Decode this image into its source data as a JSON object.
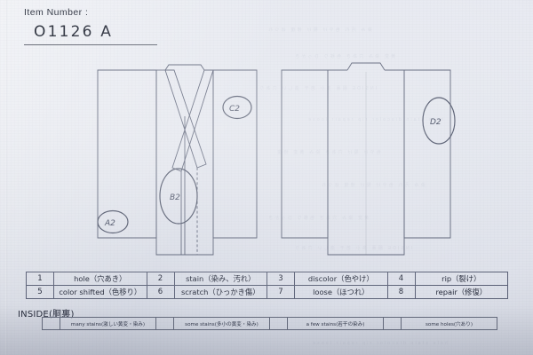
{
  "header": {
    "label": "Item Number :",
    "value": "O1126  A"
  },
  "diagram": {
    "front_view_name": "kimono-front-view",
    "back_view_name": "kimono-back-view",
    "annotations": [
      {
        "id": "a2",
        "text": "A2",
        "shape": "circle",
        "location": "front-left-sleeve"
      },
      {
        "id": "b2",
        "text": "B2",
        "shape": "oval",
        "location": "front-lower-center-placket"
      },
      {
        "id": "c2",
        "text": "C2",
        "shape": "circle",
        "location": "front-right-sleeve-upper"
      },
      {
        "id": "d2",
        "text": "D2",
        "shape": "oval",
        "location": "back-right-sleeve"
      }
    ]
  },
  "code_table": {
    "rows": [
      [
        {
          "num": "1",
          "label": "hole（穴あき）"
        },
        {
          "num": "2",
          "label": "stain（染み、汚れ）"
        },
        {
          "num": "3",
          "label": "discolor（色やけ）"
        },
        {
          "num": "4",
          "label": "rip（裂け）"
        }
      ],
      [
        {
          "num": "5",
          "label": "color shifted（色移り）"
        },
        {
          "num": "6",
          "label": "scratch（ひっかき傷）"
        },
        {
          "num": "7",
          "label": "loose（ほつれ）"
        },
        {
          "num": "8",
          "label": "repair（修復）"
        }
      ]
    ]
  },
  "inside": {
    "label": "INSIDE(胴裏)",
    "options": [
      {
        "label": "many stains(激しい黄変・染み)",
        "checked": ""
      },
      {
        "label": "some stains(多小の黄変・染み)",
        "checked": ""
      },
      {
        "label": "a few stains(若干の染み)",
        "checked": ""
      },
      {
        "label": "some holes(穴あり)",
        "checked": ""
      }
    ]
  },
  "colors": {
    "paper": "#e3e6ee",
    "ink": "#555c72",
    "handwriting": "#3d445a",
    "table_border": "#5a6076"
  },
  "ghost_text": [
    "染み 汚れ 色やけ 裂け 修復 ほつれ",
    "黄変 染み 穴あき 色移り ひっかき",
    "INSIDE 胴裏 多小 若干 激しい 穴あり",
    "hole stain discolor rip repair loose",
    "色やけ 裂け 穴あき 染み 黄変 修復"
  ]
}
